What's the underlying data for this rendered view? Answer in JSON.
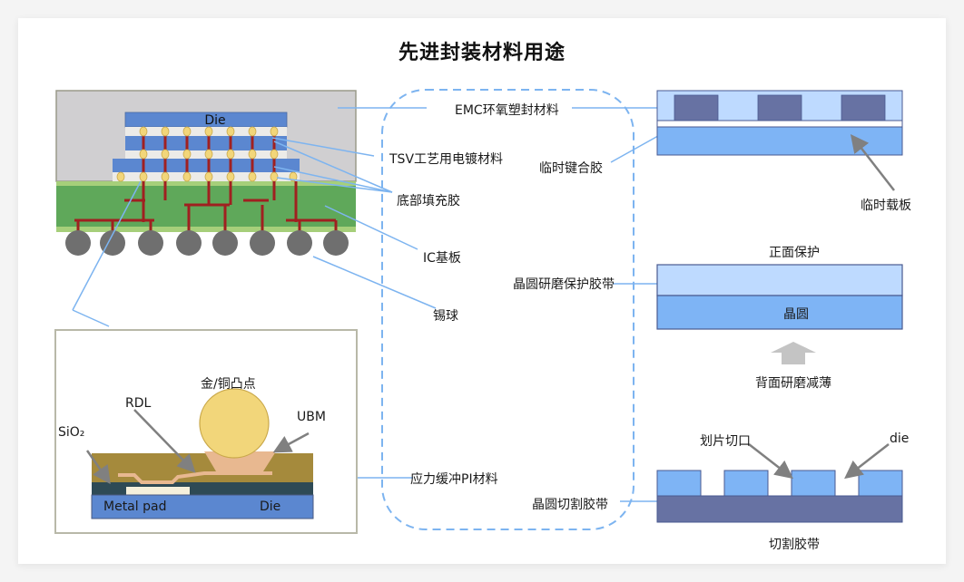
{
  "title": "先进封装材料用途",
  "colors": {
    "leader_line": "#7db4f0",
    "dashed_border": "#7db4f0",
    "die_blue": "#5b87d0",
    "emc_gray": "#d0cfd1",
    "substrate_green": "#5fa85a",
    "solder_ball": "#6f6f6f",
    "bump_yellow": "#f2d67a",
    "pi_brown": "#a58a3c",
    "light_blue": "#bedaff",
    "mid_blue": "#7eb4f5",
    "dark_slate": "#6772a3",
    "arrow_gray": "#808080"
  },
  "left_top_diagram": {
    "die_label": "Die"
  },
  "left_bottom_diagram": {
    "bump_label": "金/铜凸点",
    "rdl_label": "RDL",
    "ubm_label": "UBM",
    "sio2_label": "SiO₂",
    "metal_pad_label": "Metal pad",
    "die_label": "Die"
  },
  "materials": {
    "emc": "EMC环氧塑封材料",
    "tsv": "TSV工艺用电镀材料",
    "underfill": "底部填充胶",
    "ic_substrate": "IC基板",
    "solder_ball": "锡球",
    "temp_bonding": "临时键合胶",
    "grinding_tape": "晶圆研磨保护胶带",
    "pi": "应力缓冲PI材料",
    "dicing_tape": "晶圆切割胶带"
  },
  "right_diagrams": {
    "carrier_label": "临时载板",
    "front_protect_label": "正面保护",
    "wafer_label": "晶圆",
    "back_grind_label": "背面研磨减薄",
    "kerf_label": "划片切口",
    "die_label": "die",
    "dicing_tape_label": "切割胶带"
  }
}
